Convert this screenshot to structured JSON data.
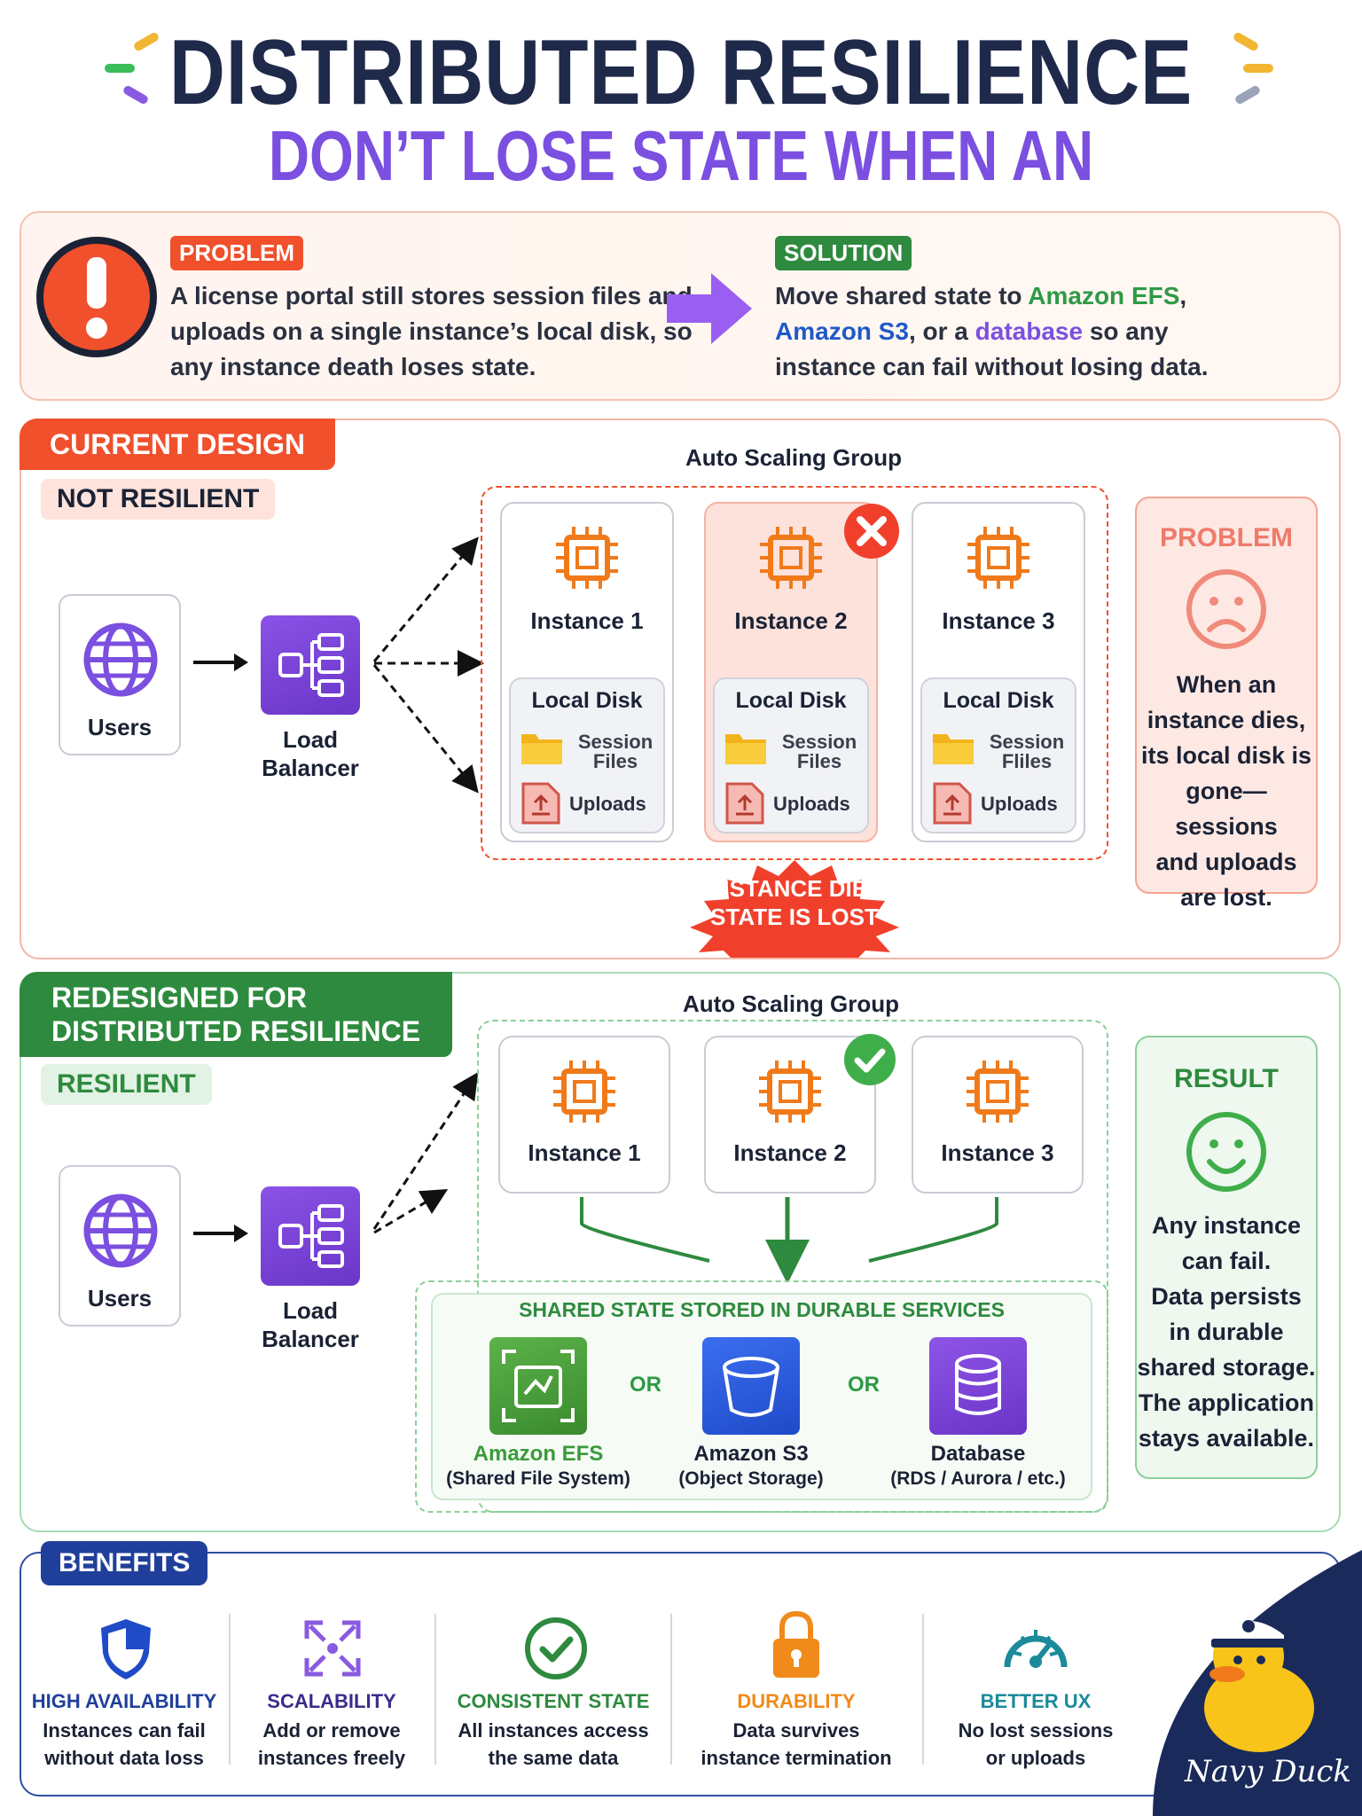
{
  "header": {
    "title": "DISTRIBUTED RESILIENCE",
    "subtitle": "DON’T LOSE STATE WHEN AN INSTANCE DIES"
  },
  "problem": {
    "tag": "PROBLEM",
    "line1": "A license portal still stores session files and",
    "line2": "uploads on a single instance’s local disk, so",
    "line3": "any instance death loses state."
  },
  "solution": {
    "tag": "SOLUTION",
    "l1a": "Move shared state to ",
    "efs": "Amazon EFS",
    "l1b": ",",
    "s3": "Amazon S3",
    "l2a": ", or a ",
    "db": "database",
    "l2b": " so any",
    "line3": "instance can fail without losing data."
  },
  "current": {
    "tag": "CURRENT DESIGN",
    "sub": "NOT RESILIENT",
    "asg_label": "Auto Scaling Group",
    "users": "Users",
    "lb1": "Load",
    "lb2": "Balancer",
    "instances": [
      {
        "name": "Instance 1",
        "disk": "Local Disk",
        "sess1": "Session",
        "sess2": "Files",
        "uploads": "Uploads"
      },
      {
        "name": "Instance 2",
        "disk": "Local Disk",
        "sess1": "Session",
        "sess2": "Files",
        "uploads": "Uploads"
      },
      {
        "name": "Instance 3",
        "disk": "Local Disk",
        "sess1": "Session",
        "sess2": "Fliles",
        "uploads": "Uploads"
      }
    ],
    "burst1": "INSTANCE DIES",
    "burst2": "STATE IS LOST",
    "side_title": "PROBLEM",
    "side_lines": [
      "When an",
      "instance dies,",
      "its local disk is",
      "gone—sessions",
      "and uploads",
      "are lost."
    ]
  },
  "redesign": {
    "tag1": "REDESIGNED FOR",
    "tag2": "DISTRIBUTED RESILIENCE",
    "sub": "RESILIENT",
    "asg_label": "Auto Scaling Group",
    "users": "Users",
    "lb1": "Load",
    "lb2": "Balancer",
    "instances": [
      "Instance 1",
      "Instance 2",
      "Instance 3"
    ],
    "shared_label": "SHARED STATE STORED IN DURABLE SERVICES",
    "or1": "OR",
    "or2": "OR",
    "services": [
      {
        "name": "Amazon EFS",
        "desc": "(Shared File System)",
        "color": "#3a9a3a"
      },
      {
        "name": "Amazon S3",
        "desc": "(Object Storage)",
        "color": "#2458d8"
      },
      {
        "name": "Database",
        "desc": "(RDS / Aurora / etc.)",
        "color": "#7b3fd0"
      }
    ],
    "side_title": "RESULT",
    "side_lines": [
      "Any instance",
      "can fail.",
      "Data persists",
      "in durable",
      "shared storage.",
      "The application",
      "stays available."
    ]
  },
  "benefits": {
    "tag": "BENEFITS",
    "items": [
      {
        "title": "HIGH AVAILABILITY",
        "d1": "Instances can fail",
        "d2": "without data loss",
        "color": "#1f3f9a"
      },
      {
        "title": "SCALABILITY",
        "d1": "Add or remove",
        "d2": "instances freely",
        "color": "#3b2b8a"
      },
      {
        "title": "CONSISTENT STATE",
        "d1": "All instances access",
        "d2": "the same data",
        "color": "#2e8a3e"
      },
      {
        "title": "DURABILITY",
        "d1": "Data survives",
        "d2": "instance termination",
        "color": "#f08a1a"
      },
      {
        "title": "BETTER UX",
        "d1": "No lost sessions",
        "d2": "or uploads",
        "color": "#1b8a9a"
      }
    ],
    "brand": "Navy Duck"
  },
  "colors": {
    "red": "#f0502c",
    "green": "#2e8a3e",
    "orange": "#f07a1a",
    "purple": "#7b4fe0",
    "navy": "#1a2a5a"
  }
}
